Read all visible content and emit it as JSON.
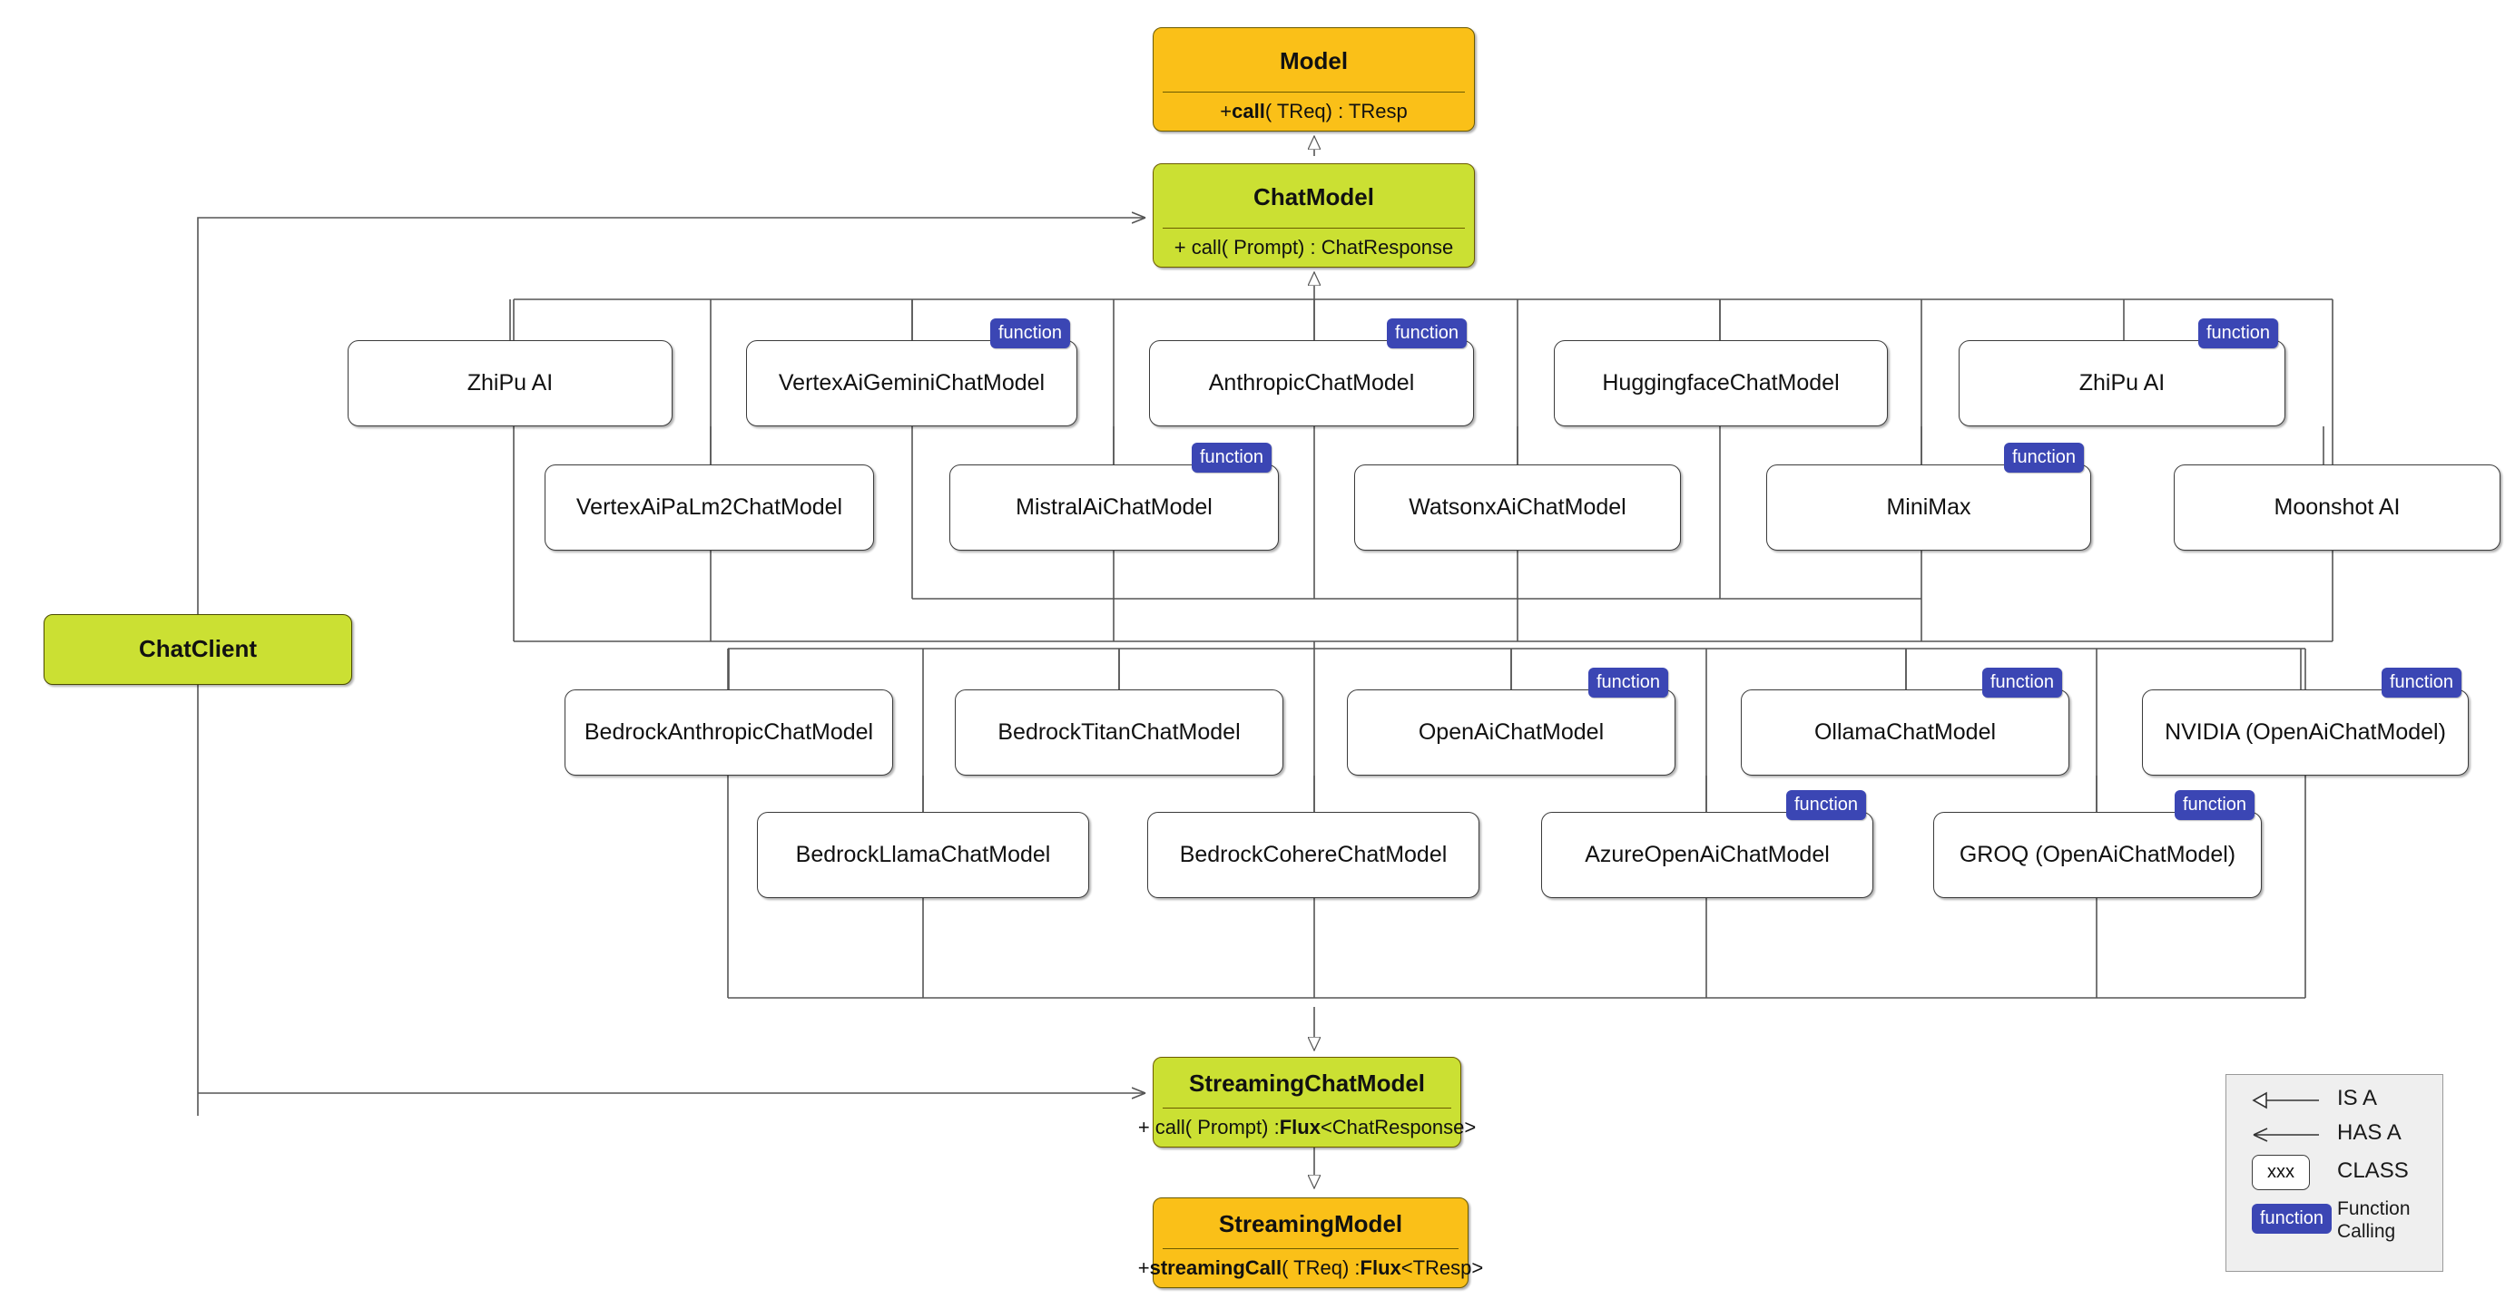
{
  "diagram": {
    "title": "Spring AI Chat Model class hierarchy",
    "colors": {
      "amber": "#fac018",
      "lime": "#cbe033",
      "function_badge": "#3b46b4",
      "node_border": "#3b3b3b",
      "legend_bg": "#efefef"
    }
  },
  "interfaces": {
    "model": {
      "name": "Model",
      "operation_plain_1": "+ ",
      "operation_bold": "call",
      "operation_plain_2": "( TReq) : TResp",
      "operation_text": "+ call( TReq) : TResp"
    },
    "chat_model": {
      "name": "ChatModel",
      "operation_text": "+ call( Prompt) : ChatResponse"
    },
    "streaming_chat_model": {
      "name": "StreamingChatModel",
      "operation_prefix": "+ call( Prompt) : ",
      "operation_bold": "Flux",
      "operation_suffix": "<ChatResponse>",
      "operation_text": "+ call( Prompt) : Flux<ChatResponse>"
    },
    "streaming_model": {
      "name": "StreamingModel",
      "operation_prefix": "+ ",
      "operation_bold": "streamingCall",
      "operation_suffix": "( TReq) : Flux<TResp>",
      "operation_text": "+ streamingCall( TReq) : Flux<TResp>"
    },
    "chat_client": {
      "name": "ChatClient"
    }
  },
  "chat_models": {
    "row1": [
      {
        "label": "ZhiPu AI",
        "function_calling": false
      },
      {
        "label": "VertexAiGeminiChatModel",
        "function_calling": true
      },
      {
        "label": "AnthropicChatModel",
        "function_calling": true
      },
      {
        "label": "HuggingfaceChatModel",
        "function_calling": false
      },
      {
        "label": "ZhiPu AI",
        "function_calling": true
      }
    ],
    "row2": [
      {
        "label": "VertexAiPaLm2ChatModel",
        "function_calling": false
      },
      {
        "label": "MistralAiChatModel",
        "function_calling": true
      },
      {
        "label": "WatsonxAiChatModel",
        "function_calling": false
      },
      {
        "label": "MiniMax",
        "function_calling": true
      },
      {
        "label": "Moonshot AI",
        "function_calling": false
      }
    ]
  },
  "streaming_chat_models": {
    "row1": [
      {
        "label": "BedrockAnthropicChatModel",
        "function_calling": false
      },
      {
        "label": "BedrockTitanChatModel",
        "function_calling": false
      },
      {
        "label": "OpenAiChatModel",
        "function_calling": true
      },
      {
        "label": "OllamaChatModel",
        "function_calling": true
      },
      {
        "label": "NVIDIA (OpenAiChatModel)",
        "function_calling": true
      }
    ],
    "row2": [
      {
        "label": "BedrockLlamaChatModel",
        "function_calling": false
      },
      {
        "label": "BedrockCohereChatModel",
        "function_calling": false
      },
      {
        "label": "AzureOpenAiChatModel",
        "function_calling": true
      },
      {
        "label": "GROQ (OpenAiChatModel)",
        "function_calling": true
      }
    ]
  },
  "function_badge_label": "function",
  "legend": {
    "is_a": "IS A",
    "has_a": "HAS A",
    "class_label": "CLASS",
    "class_sample": "xxx",
    "function_label": "function",
    "function_calling_line1": "Function",
    "function_calling_line2": "Calling"
  }
}
